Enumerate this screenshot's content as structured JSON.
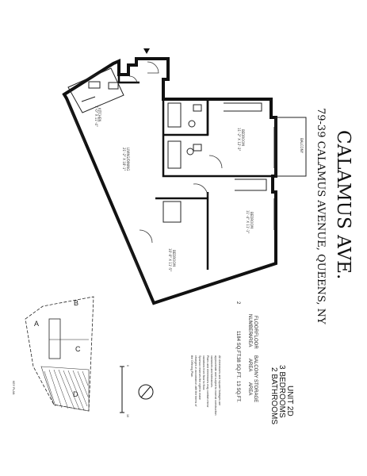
{
  "building_name": "CALAMUS AVE.",
  "address": "79-39 CALAMUS AVENUE, QUEENS, NY",
  "unit": {
    "name": "UNIT 2D",
    "bedrooms": "3 BEDROOMS",
    "bathrooms": "2 BATHROOMS"
  },
  "stats": [
    {
      "label_1": "FLOOR",
      "label_2": "NUMBER",
      "value": "2"
    },
    {
      "label_1": "FLOOR",
      "label_2": "AREA",
      "value": "1184 SQ.FT."
    },
    {
      "label_1": "BALCONY",
      "label_2": "AREA",
      "value": "38 SQ.FT."
    },
    {
      "label_1": "STORAGE",
      "label_2": "AREA",
      "value": "13 SQ.FT."
    }
  ],
  "rooms": {
    "kitchen": {
      "name": "KITCHEN",
      "dims": "7'-0\" X 11'-4\""
    },
    "living_dining": {
      "name": "LIVING/DINING",
      "dims": "21'-2\" X 18'-1\""
    },
    "bedroom_1": {
      "name": "BEDROOM",
      "dims": "11'-2\" X 12'-3\""
    },
    "bedroom_2": {
      "name": "BEDROOM",
      "dims": "11'-4\" X 11'-1\""
    },
    "bedroom_3": {
      "name": "BEDROOM",
      "dims": "10'-0\" X 11'-5\""
    },
    "balcony": {
      "name": "BALCONY"
    }
  },
  "disclaimer": [
    "All dimensions and square footages are",
    "approximate and subject to normal construction",
    "variances and tolerances.",
    "Plans and dimensions may contain minor",
    "variations from floor to floor.",
    "Sponsor reserves the right to make",
    "changes in accordance with the terms of",
    "the Offering Plan."
  ],
  "key_plan": {
    "title": "KEY PLAN",
    "labels": [
      "A",
      "B",
      "C",
      "D"
    ]
  },
  "scale_bar": {
    "start": "0",
    "end": "10"
  }
}
